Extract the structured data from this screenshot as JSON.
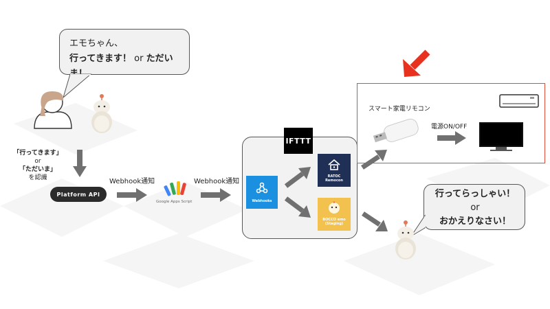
{
  "top_bubble": {
    "line1": "エモちゃん、",
    "line2_part1": "行ってきます！",
    "line2_or": "or",
    "line2_part2": "ただいま！"
  },
  "recognize_label": {
    "line1": "「行ってきます」",
    "line2": "or",
    "line3": "「ただいま」",
    "line4": "を認識"
  },
  "platform_api": "Platform API",
  "webhook_label_1": "Webhook通知",
  "webhook_label_2": "Webhook通知",
  "gas_label": "Google Apps Script",
  "ifttt_logo": "IFTTT",
  "webhooks_tile": "Webhooks",
  "ratoc_tile": {
    "line1": "RATOC",
    "line2": "Remocon"
  },
  "bocco_tile": {
    "line1": "BOCCO emo",
    "line2": "(Staging)"
  },
  "smart_remote_label": "スマート家電リモコン",
  "power_label": "電源ON/OFF",
  "bottom_bubble": {
    "line1": "行ってらっしゃい！",
    "line2": "or",
    "line3": "おかえりなさい！"
  },
  "colors": {
    "arrow": "#707070",
    "highlight_arrow": "#e8321f",
    "frame": "#e04b3a",
    "webhooks_blue": "#1b8fe0",
    "ratoc_navy": "#1f2f55",
    "bocco_yellow": "#f2c14e"
  },
  "icons": [
    "person-icon",
    "bocco-robot-icon",
    "gas-logo-icon",
    "webhooks-icon",
    "router-icon",
    "usb-remote-icon",
    "air-conditioner-icon",
    "tv-icon"
  ]
}
